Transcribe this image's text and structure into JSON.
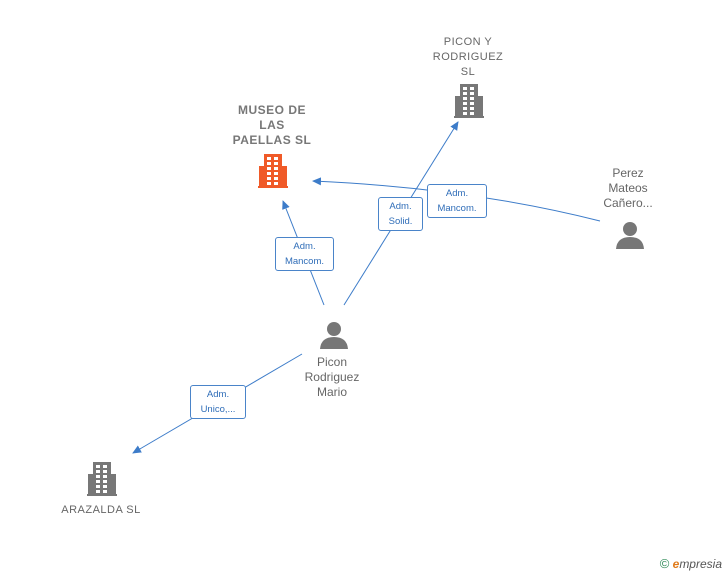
{
  "nodes": {
    "museo": {
      "label": "MUSEO DE\nLAS\nPAELLAS  SL",
      "type": "company",
      "color": "#f05a28"
    },
    "picon_sl": {
      "label": "PICON Y\nRODRIGUEZ\nSL",
      "type": "company",
      "color": "#777777"
    },
    "perez": {
      "label": "Perez\nMateos\nCañero...",
      "type": "person",
      "color": "#777777"
    },
    "mario": {
      "label": "Picon\nRodriguez\nMario",
      "type": "person",
      "color": "#777777"
    },
    "arazalda": {
      "label": "ARAZALDA  SL",
      "type": "company",
      "color": "#777777"
    }
  },
  "edges": {
    "mario_museo": "Adm.\nMancom.",
    "mario_picon": "Adm.\nSolid.",
    "perez_museo": "Adm.\nMancom.",
    "mario_arazalda": "Adm.\nUnico,..."
  },
  "colors": {
    "edge": "#3d7cc9",
    "focus_company": "#f05a28",
    "company": "#777777",
    "person": "#777777"
  },
  "brand": {
    "symbol": "©",
    "name_initial": "e",
    "name_rest": "mpresia"
  }
}
